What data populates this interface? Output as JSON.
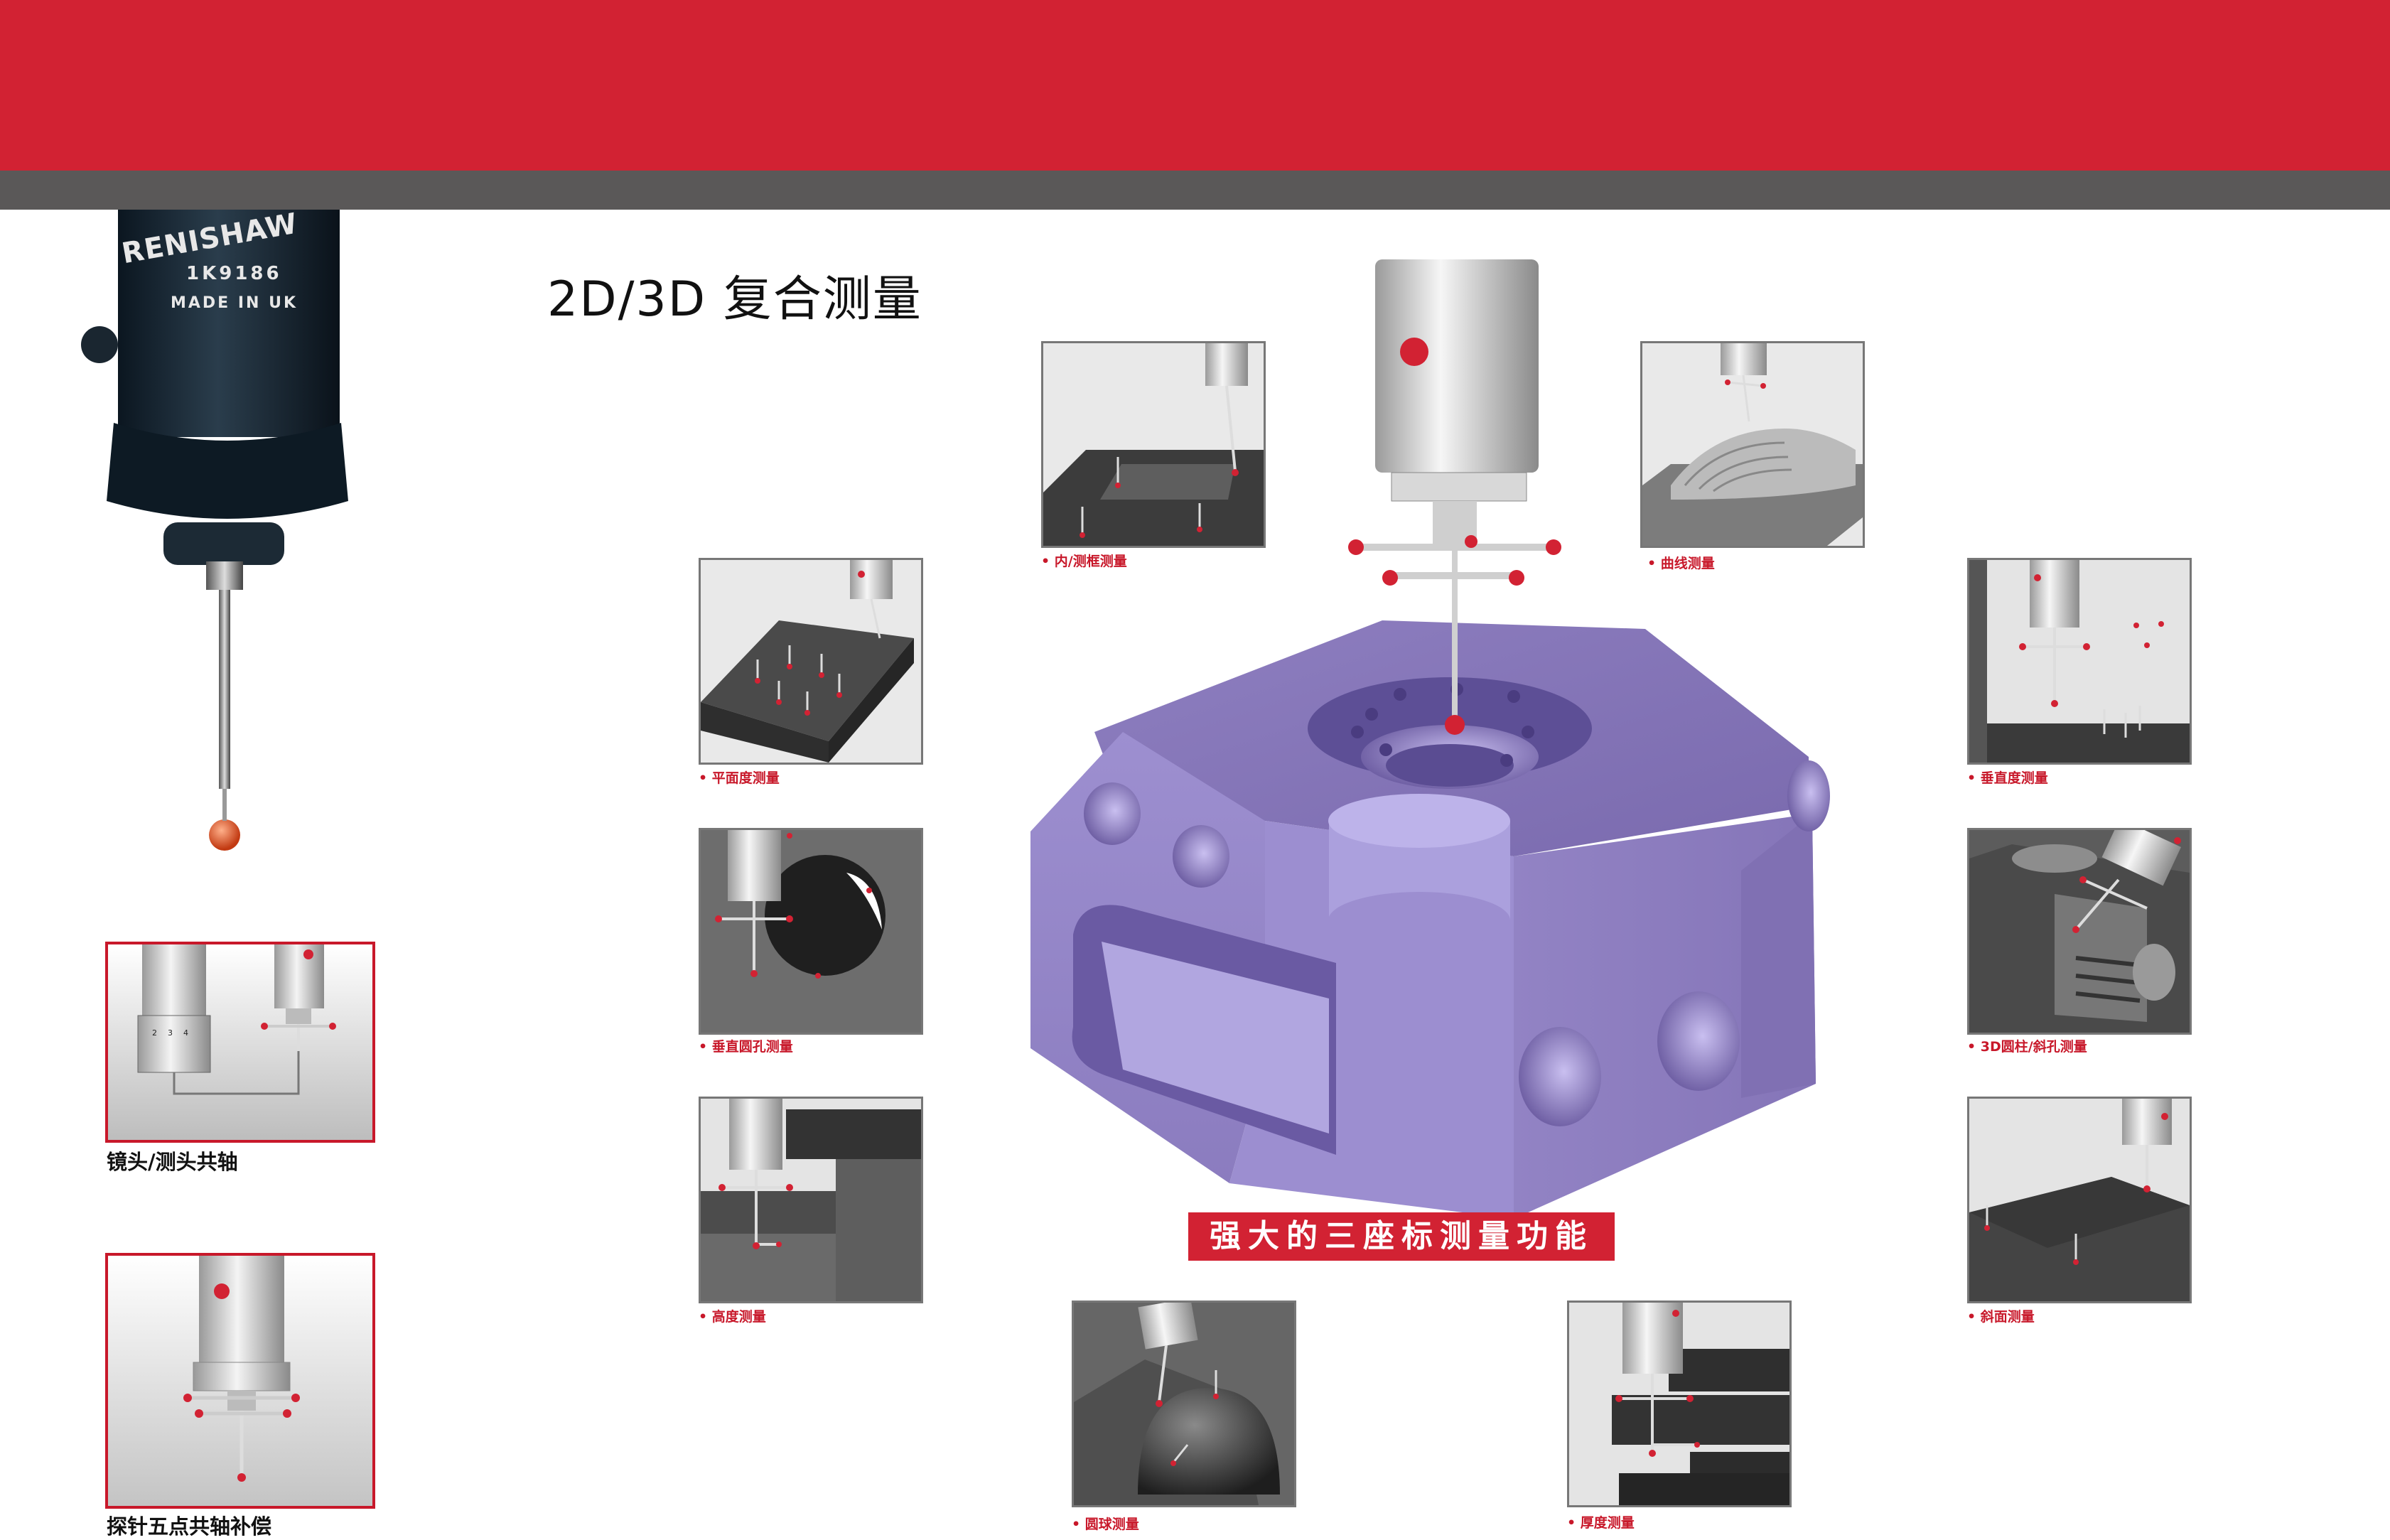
{
  "page": {
    "title": "2D/3D 复合测量",
    "feature_banner": "强大的三座标测量功能"
  },
  "probe": {
    "brand": "RENISHAW",
    "model": "1K9186",
    "origin": "MADE IN UK"
  },
  "framed_panels": [
    {
      "caption": "镜头/测头共轴",
      "dial_marks": [
        "2",
        "3",
        "4"
      ]
    },
    {
      "caption": "探针五点共轴补偿"
    }
  ],
  "panels": {
    "inner_frame": "内/测框测量",
    "curve": "曲线测量",
    "flatness": "平面度测量",
    "perpendicularity": "垂直度测量",
    "vertical_hole": "垂直圆孔测量",
    "cylinder_3d": "3D圆柱/斜孔测量",
    "height": "高度测量",
    "slope": "斜面测量",
    "sphere": "圆球测量",
    "thickness": "厚度测量"
  },
  "colors": {
    "brand_red": "#d22233",
    "band_grey": "#5a5858",
    "part_purple": "#8a7ab8",
    "caption_red": "#c8182a"
  }
}
